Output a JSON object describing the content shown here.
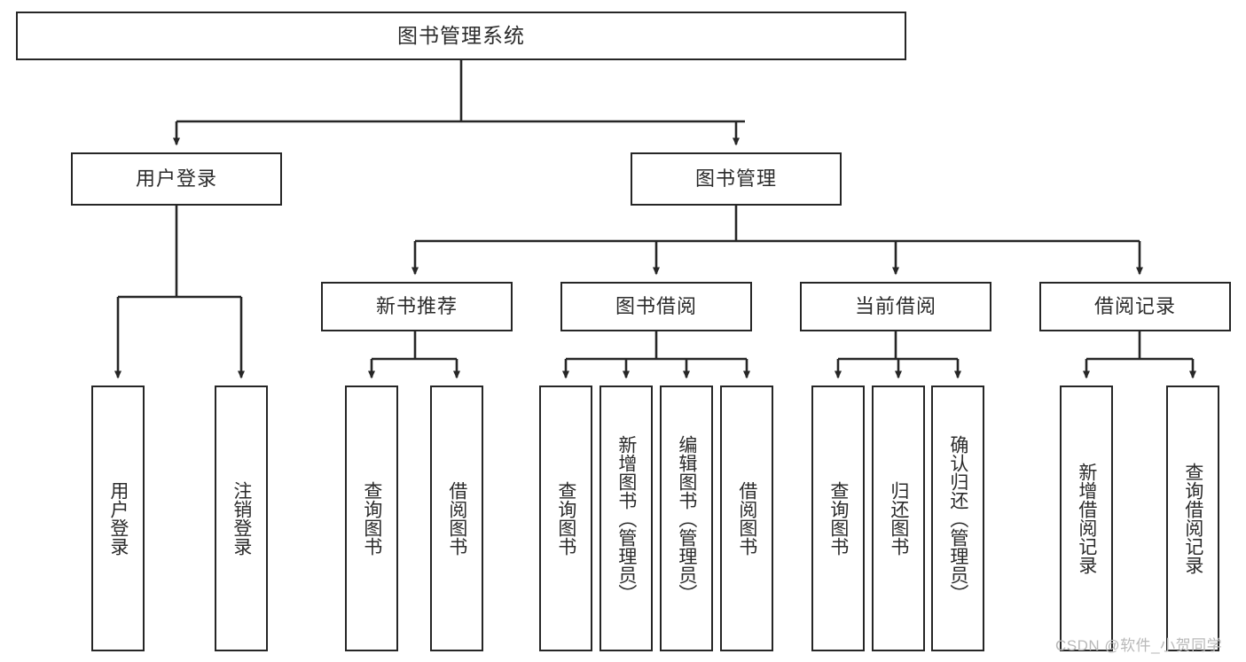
{
  "diagram": {
    "title": "图书管理系统",
    "type": "tree",
    "root": {
      "label": "图书管理系统",
      "children": [
        {
          "label": "用户登录",
          "children": [
            {
              "label": "用户登录"
            },
            {
              "label": "注销登录"
            }
          ]
        },
        {
          "label": "图书管理",
          "children": [
            {
              "label": "新书推荐",
              "children": [
                {
                  "label": "查询图书"
                },
                {
                  "label": "借阅图书"
                }
              ]
            },
            {
              "label": "图书借阅",
              "children": [
                {
                  "label": "查询图书"
                },
                {
                  "label": "新增图书（管理员）"
                },
                {
                  "label": "编辑图书（管理员）"
                },
                {
                  "label": "借阅图书"
                }
              ]
            },
            {
              "label": "当前借阅",
              "children": [
                {
                  "label": "查询图书"
                },
                {
                  "label": "归还图书"
                },
                {
                  "label": "确认归还（管理员）"
                }
              ]
            },
            {
              "label": "借阅记录",
              "children": [
                {
                  "label": "新增借阅记录"
                },
                {
                  "label": "查询借阅记录"
                }
              ]
            }
          ]
        }
      ]
    }
  },
  "nodes": {
    "root": "图书管理系统",
    "user_login": "用户登录",
    "book_manage": "图书管理",
    "new_book_rec": "新书推荐",
    "book_borrow": "图书借阅",
    "current_borrow": "当前借阅",
    "borrow_record": "借阅记录",
    "leaf_user_login": "用户登录",
    "leaf_logout": "注销登录",
    "leaf_query_book_1": "查询图书",
    "leaf_borrow_book_1": "借阅图书",
    "leaf_query_book_2": "查询图书",
    "leaf_add_book": "新增图书（管理员）",
    "leaf_edit_book": "编辑图书（管理员）",
    "leaf_borrow_book_2": "借阅图书",
    "leaf_query_book_3": "查询图书",
    "leaf_return_book": "归还图书",
    "leaf_confirm_return": "确认归还（管理员）",
    "leaf_add_record": "新增借阅记录",
    "leaf_query_record": "查询借阅记录"
  },
  "watermark": {
    "text": "CSDN @软件_小贺同学"
  },
  "colors": {
    "border": "#262626",
    "text": "#2b2b2b",
    "background": "#ffffff",
    "watermark": "#b9b9b9"
  }
}
